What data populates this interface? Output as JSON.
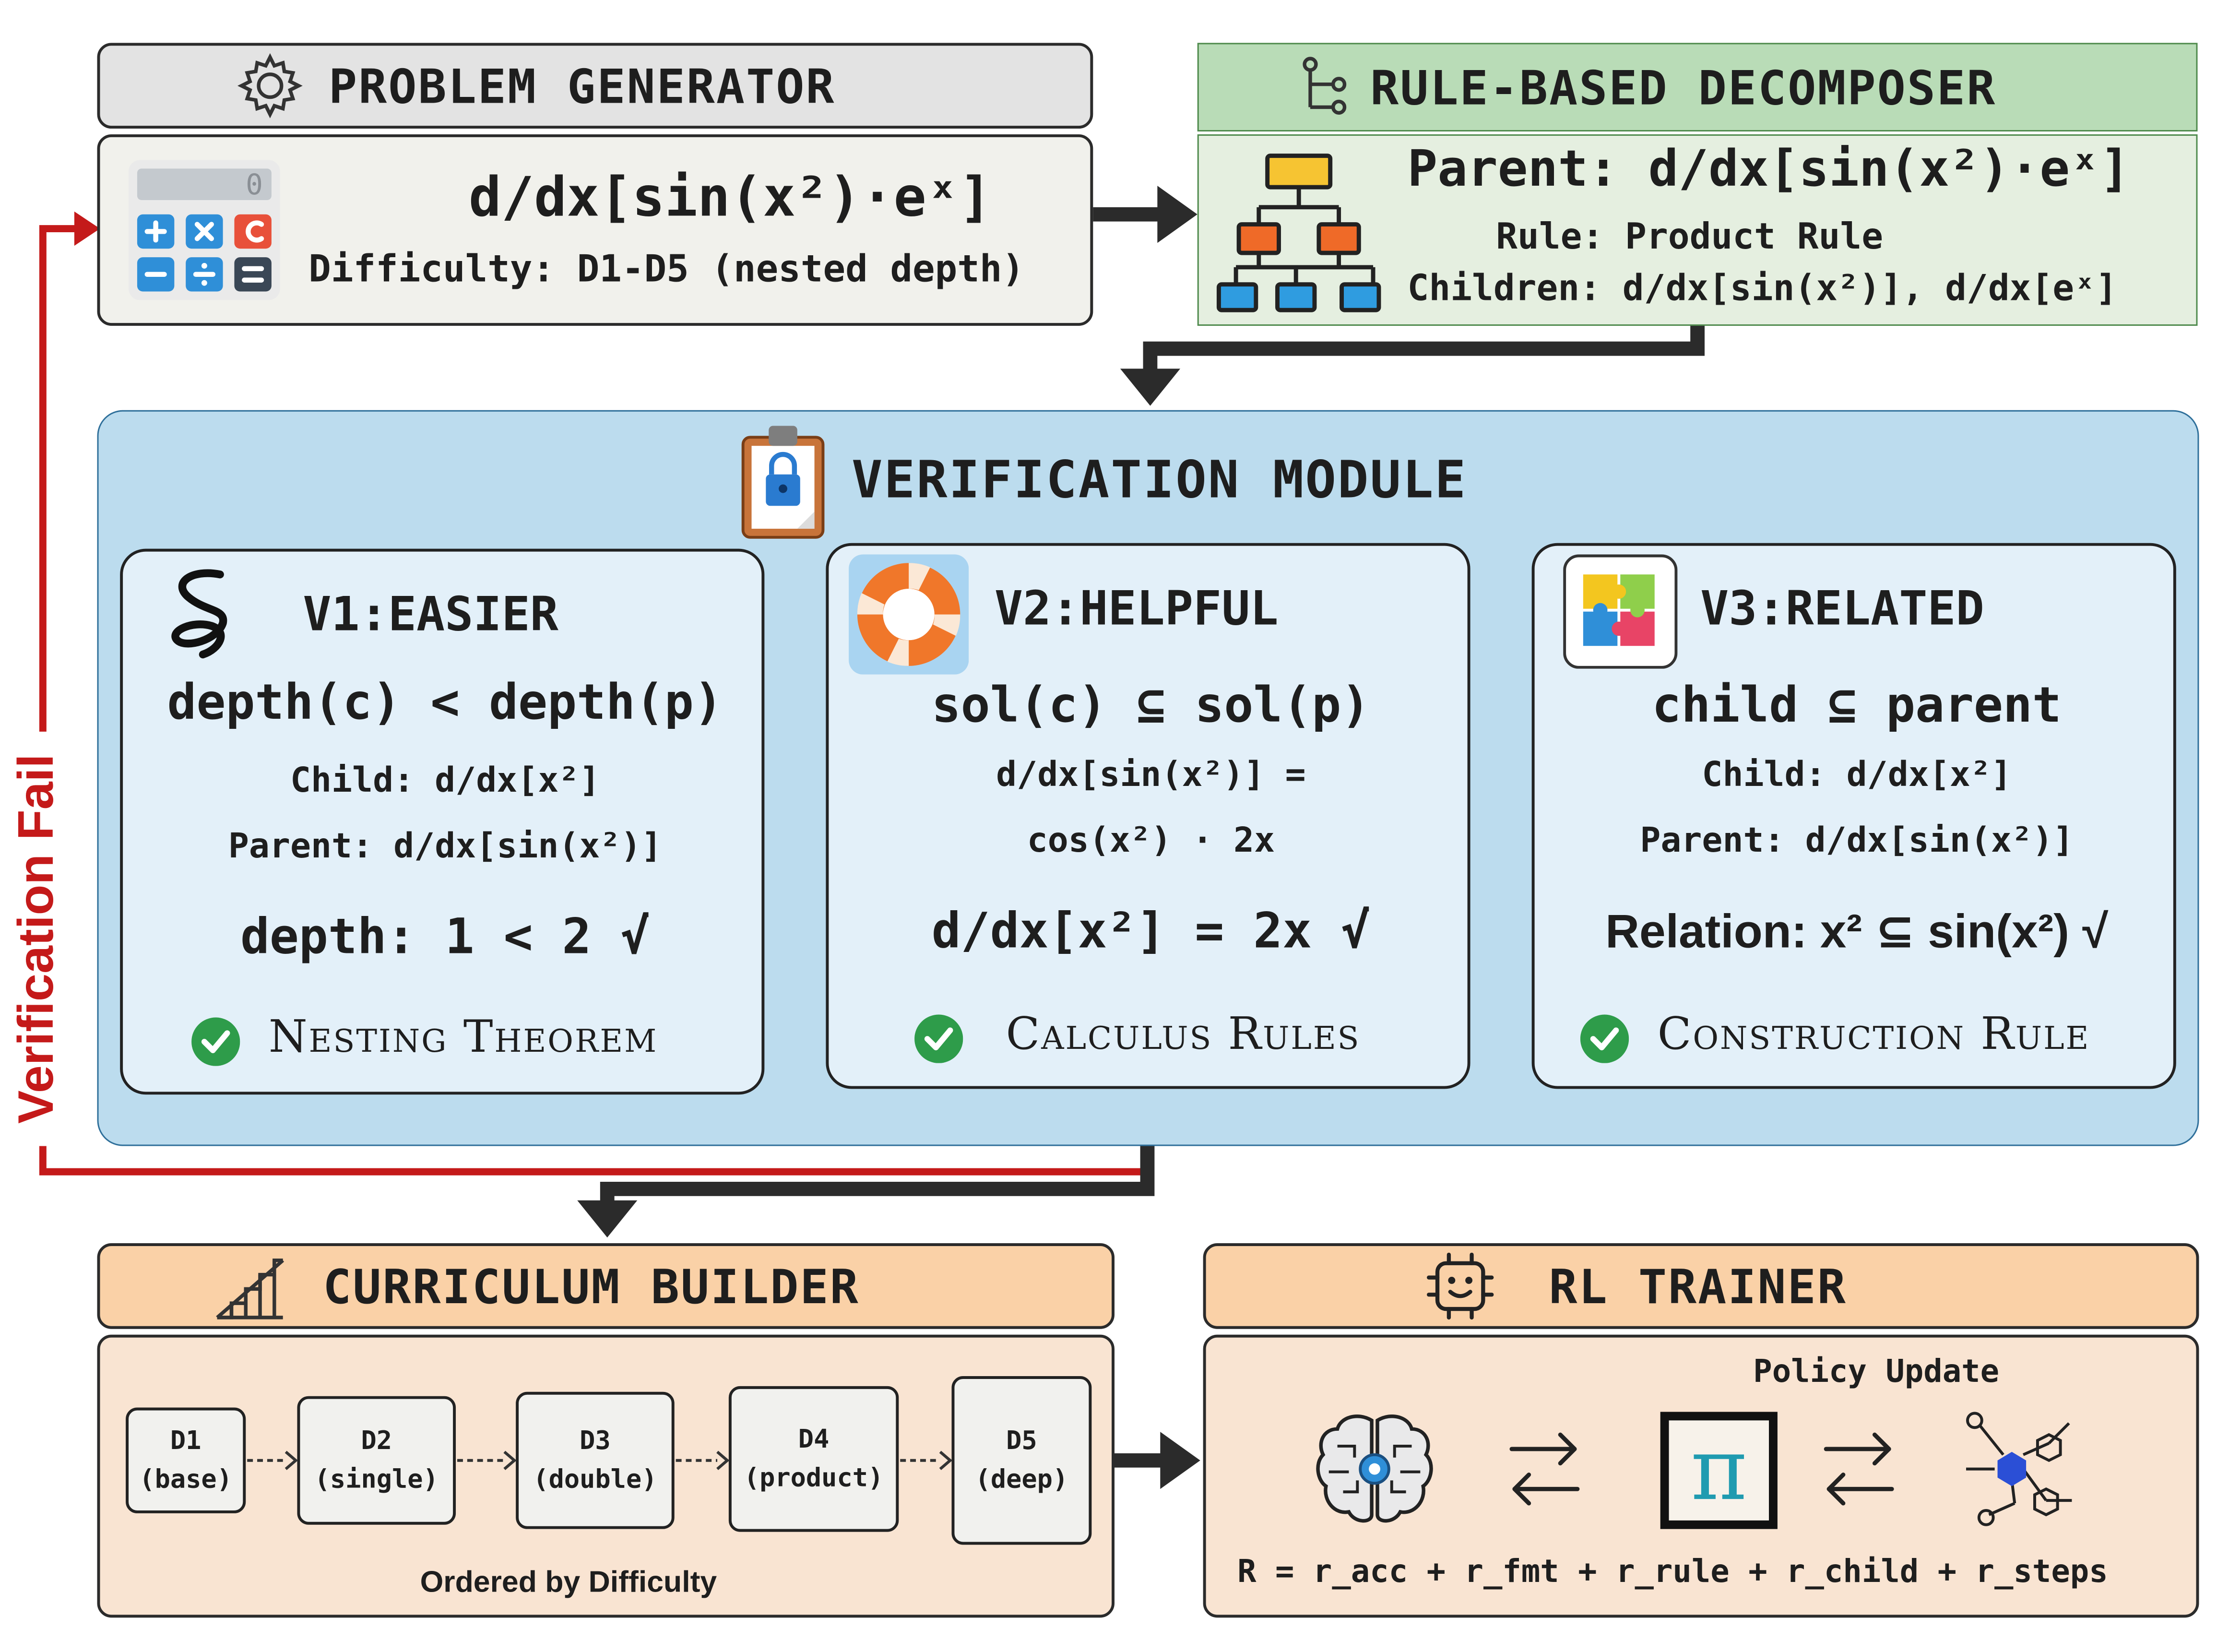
{
  "problem_generator": {
    "title": "PROBLEM GENERATOR",
    "expression": "d/dx[sin(x²)·eˣ]",
    "difficulty": "Difficulty: D1-D5 (nested depth)",
    "calculator_display": "0"
  },
  "decomposer": {
    "title": "RULE-BASED DECOMPOSER",
    "parent": "Parent: d/dx[sin(x²)·eˣ]",
    "rule": "Rule: Product Rule",
    "children": "Children: d/dx[sin(x²)], d/dx[eˣ]"
  },
  "verification": {
    "title": "VERIFICATION MODULE",
    "fail_label": "Verification Fail",
    "v1": {
      "title": "V1:EASIER",
      "formula": "depth(c) < depth(p)",
      "child": "Child: d/dx[x²]",
      "parent": "Parent: d/dx[sin(x²)]",
      "result": "depth: 1 < 2 √",
      "badge": "Nesting Theorem"
    },
    "v2": {
      "title": "V2:HELPFUL",
      "formula": "sol(c) ⊆ sol(p)",
      "line1": "d/dx[sin(x²)] =",
      "line2": "cos(x²) · 2x",
      "result": "d/dx[x²] = 2x √",
      "badge": "Calculus Rules"
    },
    "v3": {
      "title": "V3:RELATED",
      "formula": "child ⊆ parent",
      "child": "Child: d/dx[x²]",
      "parent": "Parent: d/dx[sin(x²)]",
      "result": "Relation: x² ⊆ sin(x²) √",
      "badge": "Construction Rule"
    }
  },
  "curriculum": {
    "title": "CURRICULUM BUILDER",
    "levels": [
      {
        "code": "D1",
        "desc": "(base)"
      },
      {
        "code": "D2",
        "desc": "(single)"
      },
      {
        "code": "D3",
        "desc": "(double)"
      },
      {
        "code": "D4",
        "desc": "(product)"
      },
      {
        "code": "D5",
        "desc": "(deep)"
      }
    ],
    "footer": "Ordered by Difficulty"
  },
  "rl_trainer": {
    "title": "RL TRAINER",
    "policy_label": "Policy Update",
    "pi_symbol": "π",
    "reward": "R = r_acc + r_fmt + r_rule + r_child + r_steps"
  },
  "colors": {
    "fail_red": "#c41a1a",
    "arrow_dark": "#2b2b2b",
    "check_green": "#2e9c4a"
  }
}
